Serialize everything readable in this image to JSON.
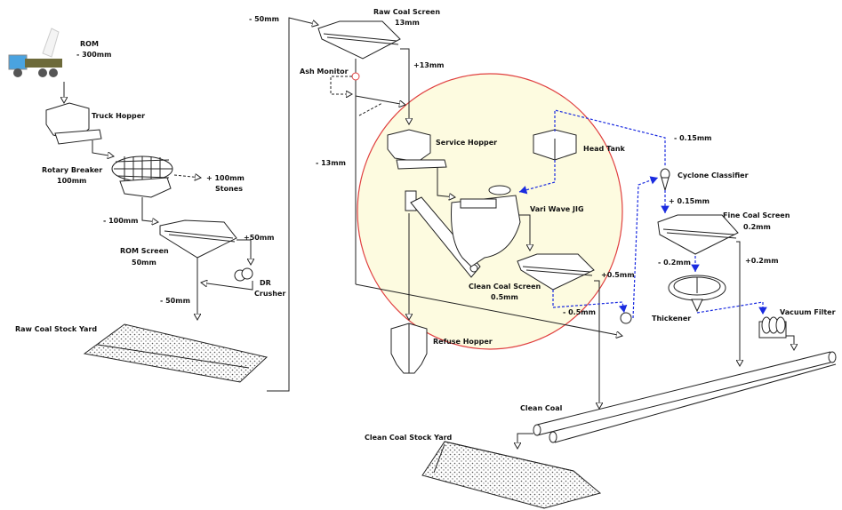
{
  "labels": {
    "rom": "ROM",
    "rom_size": "- 300mm",
    "truck_hopper": "Truck Hopper",
    "rotary_breaker": "Rotary Breaker",
    "rotary_breaker_size": "100mm",
    "plus_100": "+ 100mm",
    "stones": "Stones",
    "minus_100": "- 100mm",
    "rom_screen": "ROM Screen",
    "rom_screen_size": "50mm",
    "plus_50": "+50mm",
    "dr": "DR",
    "crusher": "Crusher",
    "minus_50_low": "- 50mm",
    "raw_coal_stock_yard": "Raw Coal Stock Yard",
    "minus_50_top": "- 50mm",
    "raw_coal_screen": "Raw Coal Screen",
    "raw_coal_screen_size": "13mm",
    "ash_monitor": "Ash Monitor",
    "plus_13": "+13mm",
    "minus_13": "- 13mm",
    "service_hopper": "Service Hopper",
    "head_tank": "Head Tank",
    "jig": "Vari Wave JIG",
    "clean_coal_screen": "Clean Coal Screen",
    "clean_coal_screen_size": "0.5mm",
    "plus_05": "+0.5mm",
    "minus_05": "- 0.5mm",
    "refuse_hopper": "Refuse Hopper",
    "minus_015": "- 0.15mm",
    "cyclone_classifier": "Cyclone Classifier",
    "plus_015": "+ 0.15mm",
    "fine_coal_screen": "Fine Coal Screen",
    "fine_coal_screen_size": "0.2mm",
    "minus_02": "- 0.2mm",
    "plus_02": "+0.2mm",
    "thickener": "Thickener",
    "vacuum_filter": "Vacuum Filter",
    "clean_coal": "Clean Coal",
    "clean_coal_stock_yard": "Clean Coal Stock Yard"
  },
  "colors": {
    "highlight_fill": "#fdfbe0",
    "highlight_stroke": "#e04040",
    "water_flow": "#1a2be0",
    "truck_cab": "#4aa3e0"
  }
}
